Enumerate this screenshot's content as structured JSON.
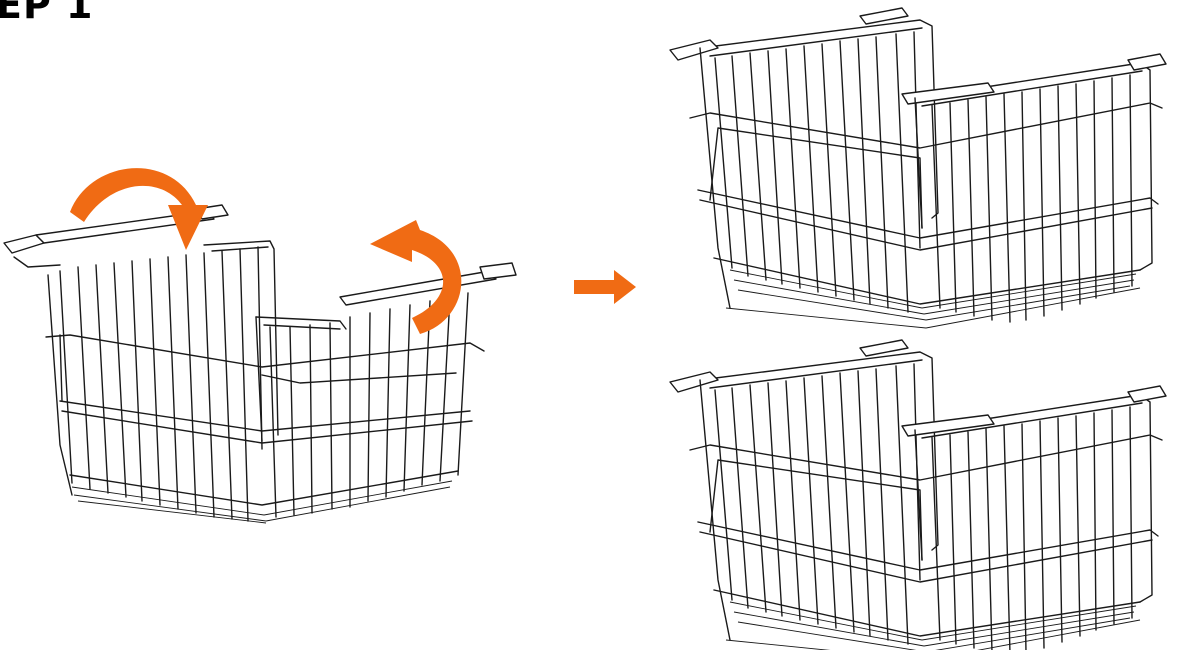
{
  "step": {
    "title": "EP 1"
  },
  "colors": {
    "accent": "#f06b14",
    "line": "#1a1a1a",
    "background": "#ffffff"
  },
  "figures": [
    {
      "name": "basket-folded",
      "state": "before"
    },
    {
      "name": "basket-unfolded-a",
      "state": "after"
    },
    {
      "name": "basket-unfolded-b",
      "state": "after"
    }
  ],
  "indicators": [
    "rotate-handle-arrow",
    "rotate-handle-arrow",
    "next-step-arrow"
  ]
}
